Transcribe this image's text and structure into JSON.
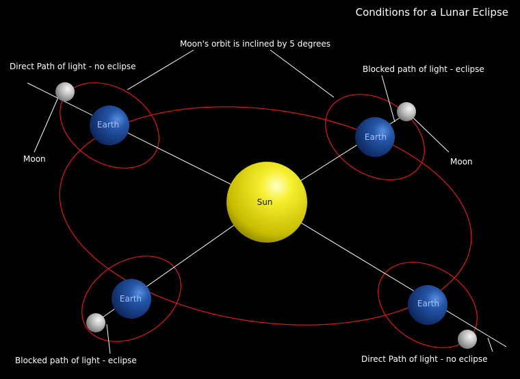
{
  "title": "Conditions for a Lunar Eclipse",
  "annotations": {
    "inclination": "Moon's orbit is inclined by 5 degrees",
    "direct_top_left": "Direct Path of light - no eclipse",
    "blocked_top_right": "Blocked path of light - eclipse",
    "moon_left": "Moon",
    "moon_right": "Moon",
    "blocked_bottom_left": "Blocked path of light - eclipse",
    "direct_bottom_right": "Direct Path of light - no eclipse"
  },
  "bodies": {
    "sun": "Sun",
    "earth_top_left": "Earth",
    "earth_top_right": "Earth",
    "earth_bottom_left": "Earth",
    "earth_bottom_right": "Earth"
  },
  "colors": {
    "background": "#000000",
    "orbit": "#e01818",
    "light_ray": "#ffffff",
    "sun": "#f0e800",
    "earth": "#1a4a9a",
    "moon": "#c8c8c8",
    "text": "#ffffff"
  }
}
